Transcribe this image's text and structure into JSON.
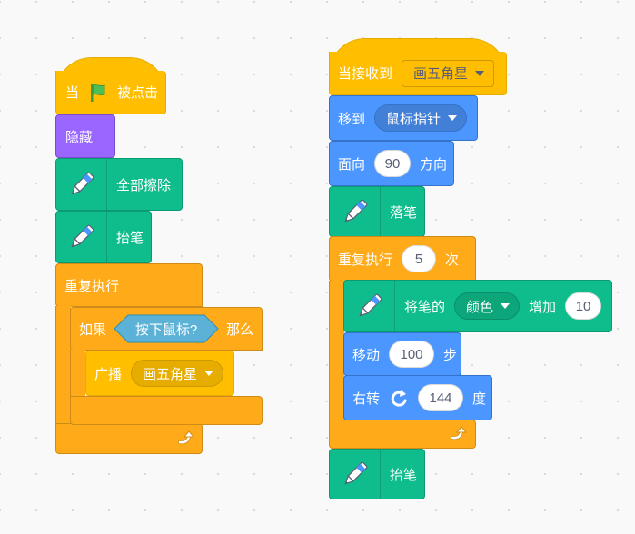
{
  "script1": {
    "when_flag": {
      "prefix": "当",
      "suffix": "被点击"
    },
    "hide": "隐藏",
    "clear": "全部擦除",
    "pen_up": "抬笔",
    "forever": "重复执行",
    "if": {
      "label": "如果",
      "condition": "按下鼠标?",
      "then": "那么"
    },
    "broadcast": {
      "label": "广播",
      "message": "画五角星"
    }
  },
  "script2": {
    "when_receive": {
      "label": "当接收到",
      "message": "画五角星"
    },
    "goto": {
      "label": "移到",
      "target": "鼠标指针"
    },
    "point": {
      "label": "面向",
      "value": "90",
      "suffix": "方向"
    },
    "pen_down": "落笔",
    "repeat": {
      "label": "重复执行",
      "value": "5",
      "suffix": "次"
    },
    "change_pen": {
      "label": "将笔的",
      "param": "颜色",
      "op": "增加",
      "value": "10"
    },
    "move": {
      "label": "移动",
      "value": "100",
      "suffix": "步"
    },
    "turn": {
      "label": "右转",
      "value": "144",
      "suffix": "度"
    },
    "pen_up": "抬笔"
  },
  "colors": {
    "events": "#ffbf00",
    "looks": "#9966ff",
    "pen": "#0fbd8c",
    "motion": "#4c97ff",
    "control": "#ffab19"
  },
  "icons": [
    "green-flag-icon",
    "pen-icon",
    "turn-right-icon",
    "loop-arrow-icon",
    "dropdown-caret-icon"
  ]
}
